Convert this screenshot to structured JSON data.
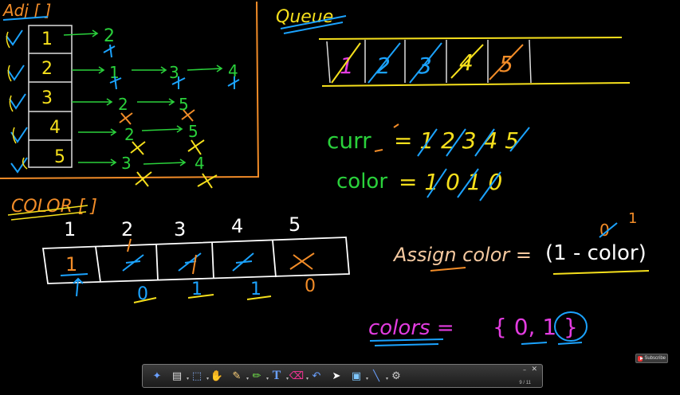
{
  "adj": {
    "title": "Adj [ ]",
    "indices": [
      "1",
      "2",
      "3",
      "4",
      "5"
    ],
    "neighbors": [
      [
        "2"
      ],
      [
        "1",
        "3",
        "4"
      ],
      [
        "2",
        "5"
      ],
      [
        "2",
        "5"
      ],
      [
        "3",
        "4"
      ]
    ]
  },
  "queue": {
    "title": "Queue",
    "cells": [
      "1",
      "2",
      "3",
      "4",
      "5"
    ]
  },
  "curr": {
    "label": "curr",
    "values": "= 1 2 3 4 5"
  },
  "color_line": {
    "label": "color",
    "values": "= 1 0 1 0"
  },
  "color_array": {
    "title": "COLOR [ ]",
    "headers": [
      "1",
      "2",
      "3",
      "4",
      "5"
    ],
    "cell_first": "1",
    "below": [
      "0",
      "1",
      "1",
      "0"
    ]
  },
  "assign": {
    "label": "Assign color =",
    "formula": "(1 - color)",
    "over_old": "0",
    "over_new": "1"
  },
  "colors": {
    "label": "colors =",
    "set": "{ 0, 1 }"
  },
  "subscribe": {
    "label": "Subscribe"
  },
  "toolbar": {
    "tools": [
      "star-icon",
      "pages-icon",
      "select-icon",
      "hand-icon",
      "pencil-icon",
      "marker-icon",
      "text-icon",
      "eraser-icon",
      "undo-icon",
      "pointer-icon",
      "image-icon",
      "line-icon",
      "gear-icon"
    ],
    "text_tool": "T",
    "page": "9 / 11",
    "minimize": "–",
    "close": "✕"
  },
  "colors_used": {
    "background": "#000000",
    "orange": "#f28c28",
    "yellow": "#f6e01c",
    "blue": "#1ba3ff",
    "green": "#2ad13b",
    "magenta": "#e33ce0",
    "white": "#ffffff"
  }
}
